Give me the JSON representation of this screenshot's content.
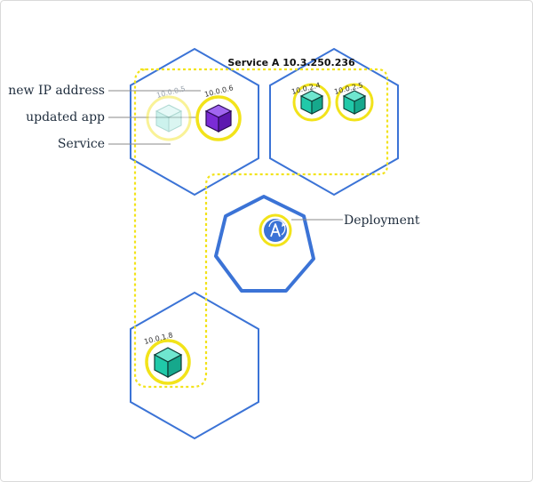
{
  "diagram": {
    "service_label": "Service A 10.3.250.236",
    "labels": {
      "new_ip": "new IP address",
      "updated_app": "updated app",
      "service": "Service",
      "deployment": "Deployment"
    },
    "nodes": [
      {
        "id": "node-1",
        "pods": [
          {
            "ip": "10.0.0.5",
            "state": "terminating",
            "color": "#8fe3d8"
          },
          {
            "ip": "10.0.0.6",
            "state": "updated",
            "color": "#7b2cd6"
          }
        ]
      },
      {
        "id": "node-2",
        "pods": [
          {
            "ip": "10.0.2.4",
            "state": "running",
            "color": "#20c9a9"
          },
          {
            "ip": "10.0.2.5",
            "state": "running",
            "color": "#20c9a9"
          }
        ]
      },
      {
        "id": "node-3",
        "pods": [
          {
            "ip": "10.0.1.8",
            "state": "running",
            "color": "#20c9a9"
          }
        ]
      }
    ],
    "deployment_icon": "deployment-a-icon",
    "colors": {
      "node_outline": "#3b73d6",
      "service_dash": "#f2e31a",
      "pod_ring": "#f2e31a"
    }
  }
}
